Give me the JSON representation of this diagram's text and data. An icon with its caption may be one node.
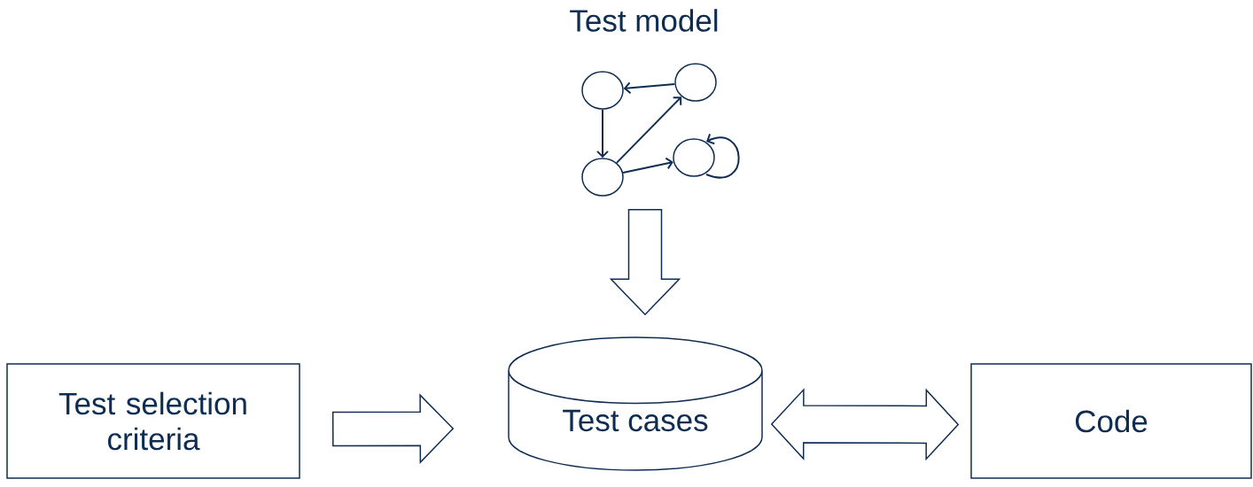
{
  "diagram": {
    "nodes": [
      {
        "text": [
          "Test model"
        ]
      },
      {
        "text": [],
        "shape": "circle"
      },
      {
        "text": [],
        "shape": "circle"
      },
      {
        "text": [],
        "shape": "circle"
      },
      {
        "text": [],
        "shape": "circle"
      },
      {
        "text": [
          "Test selection criteria"
        ]
      },
      {
        "text": [
          "Test cases"
        ]
      },
      {
        "text": [
          "Code"
        ]
      }
    ],
    "edges": [
      {
        "from": 2,
        "to": 1,
        "arrow": "to"
      },
      {
        "from": 1,
        "to": 3,
        "arrow": "to"
      },
      {
        "from": 3,
        "to": 2,
        "arrow": "to"
      },
      {
        "from": 3,
        "to": 4,
        "arrow": "to"
      },
      {
        "from": 4,
        "to": 4,
        "arrow": "to"
      },
      {
        "from": 3,
        "to": 6,
        "arrow": "to",
        "style": "thick"
      },
      {
        "from": 5,
        "to": 6,
        "arrow": "to",
        "style": "thick"
      },
      {
        "from": 6,
        "to": 7,
        "arrow": "both",
        "style": "thick"
      }
    ]
  }
}
